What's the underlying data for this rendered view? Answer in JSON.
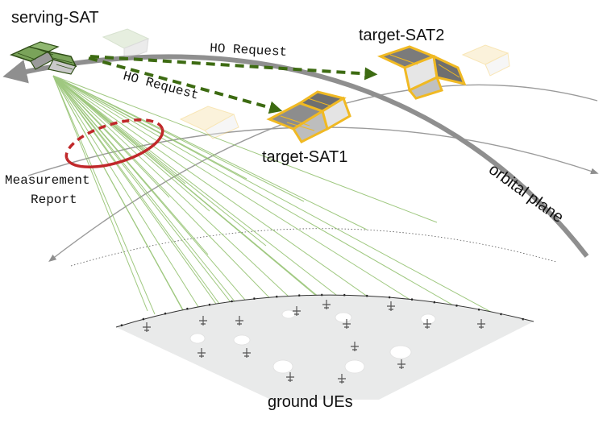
{
  "labels": {
    "serving_sat": "serving-SAT",
    "target_sat1": "target-SAT1",
    "target_sat2": "target-SAT2",
    "orbital_plane": "orbital plane",
    "ground_ues": "ground UEs",
    "ho_request_1": "HO Request",
    "ho_request_2": "HO Request",
    "measurement_report_line1": "Measurement",
    "measurement_report_line2": "Report"
  },
  "colors": {
    "orbit_gray": "#8f8f8f",
    "ho_arrow_green": "#3d6b12",
    "beam_green": "#8fbf6a",
    "measurement_red": "#c0282a",
    "target_gold": "#f0b923",
    "ground_fill": "#e9eaea"
  },
  "icons": {
    "serving_sat": "satellite-icon",
    "target_sat": "satellite-icon",
    "ue": "ue-antenna-icon"
  }
}
